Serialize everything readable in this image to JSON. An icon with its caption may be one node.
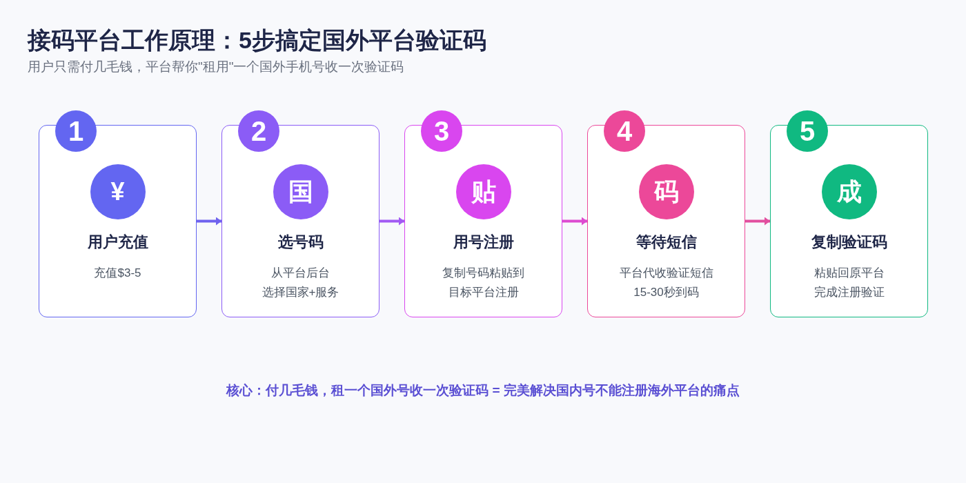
{
  "diagram": {
    "title": "接码平台工作原理：5步搞定国外平台验证码",
    "nodes": [
      {
        "text": [
          "1"
        ]
      },
      {
        "text": [
          "用户充值",
          "充值$3-5"
        ]
      },
      {
        "text": [
          "¥"
        ],
        "in": 1
      },
      {
        "text": [
          "2"
        ]
      },
      {
        "text": [
          "选号码",
          "从平台后台选择国家+服务"
        ]
      },
      {
        "text": [
          "国"
        ],
        "in": 4
      },
      {
        "text": [
          "3"
        ]
      },
      {
        "text": [
          "用号注册",
          "复制号码粘贴到目标平台注册"
        ]
      },
      {
        "text": [
          "贴"
        ],
        "in": 7
      },
      {
        "text": [
          "4"
        ]
      },
      {
        "text": [
          "等待短信",
          "平台代收验证短信15-30秒到码"
        ]
      },
      {
        "text": [
          "码"
        ],
        "in": 10
      },
      {
        "text": [
          "5"
        ]
      },
      {
        "text": [
          "复制验证码",
          "粘贴回原平台完成注册验证"
        ]
      },
      {
        "text": [
          "成"
        ],
        "in": 13
      }
    ],
    "edges": [
      {
        "from": 1,
        "to": 4,
        "arrow": "to",
        "color": "#6f62ee"
      },
      {
        "from": 4,
        "to": 7,
        "arrow": "to",
        "color": "#a25af3"
      },
      {
        "from": 7,
        "to": 10,
        "arrow": "to",
        "color": "#dd4bd0"
      },
      {
        "from": 10,
        "to": 13,
        "arrow": "to",
        "color": "#e24f9f"
      }
    ],
    "labels": [
      "用户只需付几毛钱，平台帮你\"租用\"一个国外手机号收一次验证码",
      "核心：付几毛钱，租一个国外号收一次验证码 = 完美解决国内号不能注册海外平台的痛点"
    ]
  }
}
